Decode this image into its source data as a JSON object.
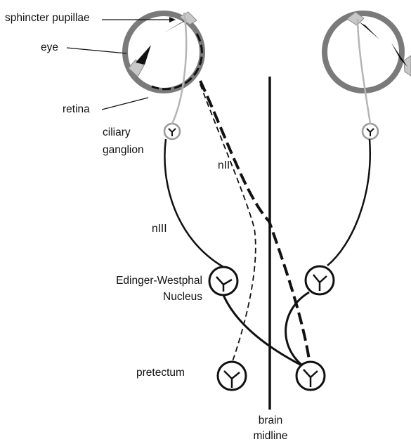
{
  "labels": {
    "sphincter_pupillae": "sphincter pupillae",
    "eye": "eye",
    "retina": "retina",
    "ciliary_ganglion_line1": "ciliary",
    "ciliary_ganglion_line2": "ganglion",
    "optic_nerve": "nII",
    "oculomotor_nerve": "nIII",
    "ew_nucleus_line1": "Edinger-Westphal",
    "ew_nucleus_line2": "Nucleus",
    "pretectum": "pretectum",
    "brain_midline_line1": "brain",
    "brain_midline_line2": "midline"
  },
  "colors": {
    "eye_outline": "#7a7a7a",
    "muscle_fill": "#c8c8c8",
    "ganglion": "#9a9a9a",
    "pathway": "#111111"
  }
}
